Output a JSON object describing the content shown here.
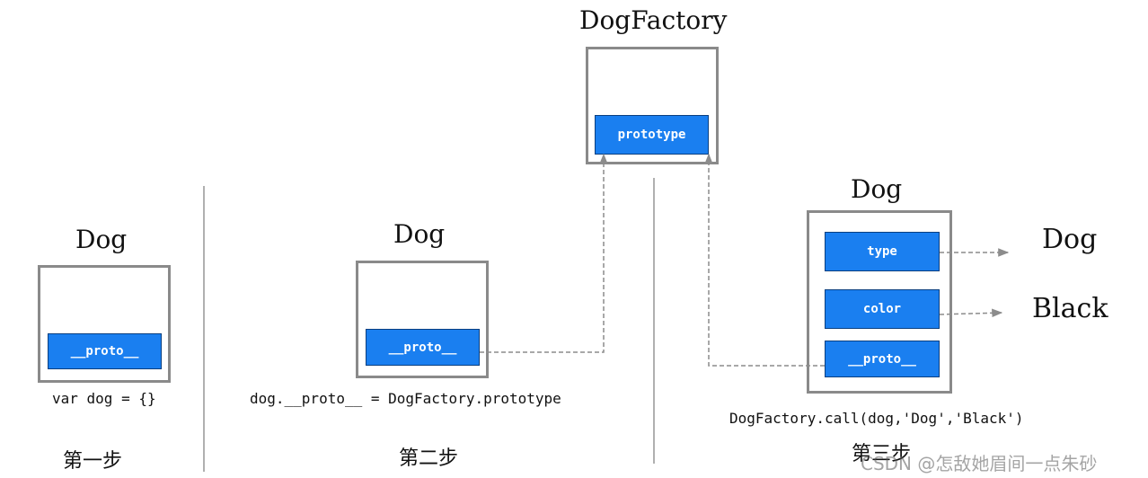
{
  "colors": {
    "chip_fill": "#1a7ff0",
    "box_border": "#8a8a8a",
    "arrow": "#8c8c8c",
    "divider": "#b0b0b0"
  },
  "factory": {
    "title": "DogFactory",
    "chip": "prototype"
  },
  "step1": {
    "title": "Dog",
    "chip": "__proto__",
    "code": "var dog = {}",
    "label": "第一步"
  },
  "step2": {
    "title": "Dog",
    "chip": "__proto__",
    "code": "dog.__proto__ = DogFactory.prototype",
    "label": "第二步"
  },
  "step3": {
    "title": "Dog",
    "chips": {
      "type": "type",
      "color": "color",
      "proto": "__proto__"
    },
    "values": {
      "type": "Dog",
      "color": "Black"
    },
    "code": "DogFactory.call(dog,'Dog','Black')",
    "label": "第三步"
  },
  "watermark": "CSDN @怎敌她眉间一点朱砂"
}
